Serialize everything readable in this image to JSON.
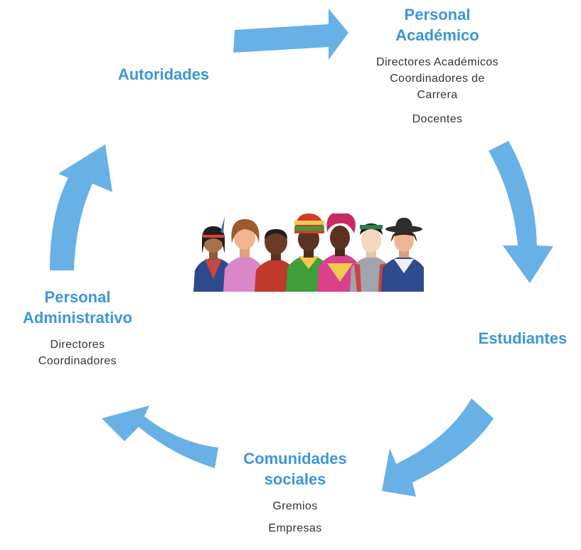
{
  "nodes": {
    "personal_academico": {
      "title_lines": [
        "Personal",
        "Académico"
      ],
      "items": [
        "Directores Académicos",
        "Coordinadores de",
        "Carrera",
        "Docentes"
      ]
    },
    "autoridades": {
      "title": "Autoridades"
    },
    "estudiantes": {
      "title": "Estudiantes"
    },
    "comunidades_sociales": {
      "title_lines": [
        "Comunidades",
        "sociales"
      ],
      "items": [
        "Gremios",
        "Empresas"
      ]
    },
    "personal_administrativo": {
      "title_lines": [
        "Personal",
        "Administrativo"
      ],
      "items": [
        "Directores",
        "Coordinadores"
      ]
    }
  },
  "colors": {
    "title": "#3c96d8",
    "arrow": "#67b1e6",
    "text": "#333333"
  },
  "center_image": "diverse-people-illustration"
}
